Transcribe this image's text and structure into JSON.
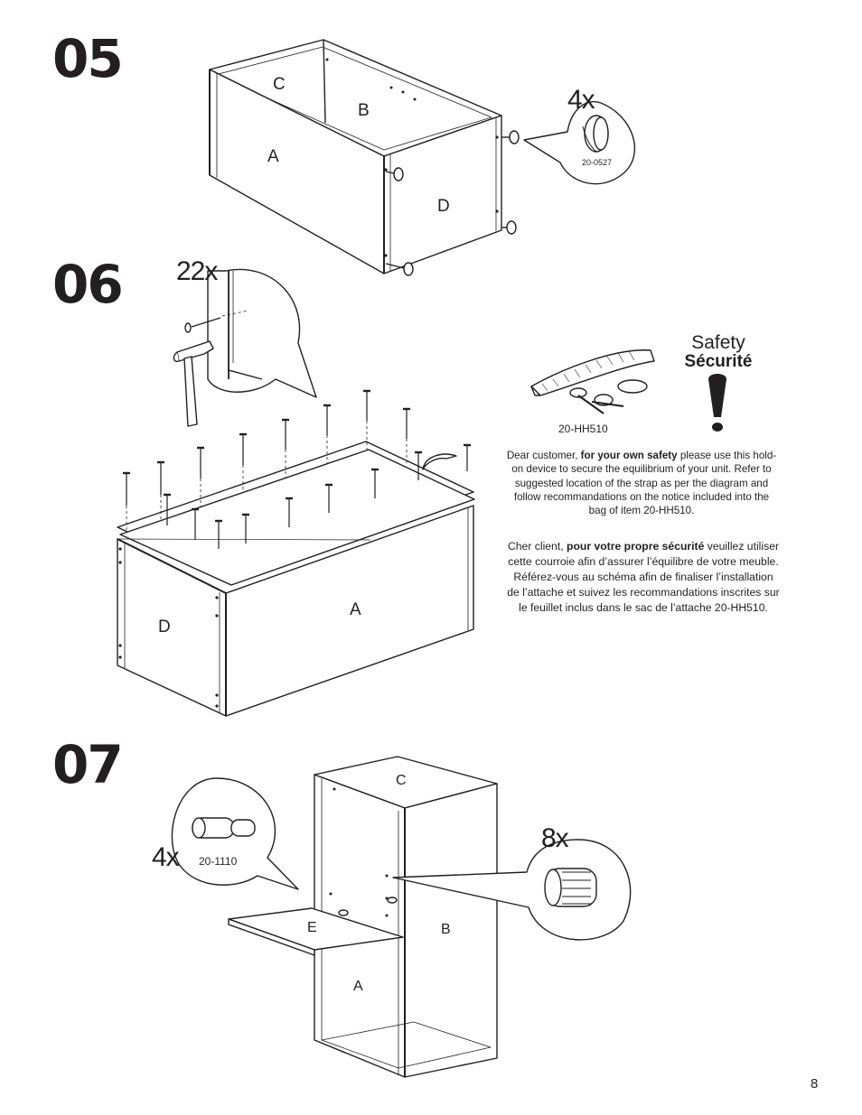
{
  "page": {
    "number": "8"
  },
  "steps": [
    {
      "number": "05",
      "parts": [
        "C",
        "B",
        "A",
        "D"
      ],
      "hardware": {
        "quantity": "4x",
        "code": "20-0527",
        "icon": "foot-glide-icon"
      }
    },
    {
      "number": "06",
      "parts": [
        "D",
        "A"
      ],
      "hardware": {
        "quantity": "22x",
        "icon": "nail-icon",
        "tool": "hammer-icon"
      }
    },
    {
      "number": "07",
      "parts": [
        "C",
        "E",
        "B",
        "A"
      ],
      "hardware": [
        {
          "quantity": "4x",
          "code": "20-1110",
          "icon": "shelf-pin-icon"
        },
        {
          "quantity": "8x",
          "icon": "dowel-insert-icon"
        }
      ]
    }
  ],
  "safety": {
    "title": "Safety",
    "title_fr": "Sécurité",
    "strap_code": "20-HH510",
    "icon": "exclamation-icon",
    "notice_en": {
      "greeting": "Dear customer, ",
      "emphasis": "for your own safety",
      "body": " please use this hold-on device to secure the equilibrium of your unit. Refer to suggested location of the strap as per the diagram and follow recommandations on the notice included into the bag of item 20-HH510."
    },
    "notice_fr": {
      "greeting": "Cher client, ",
      "emphasis": "pour votre propre sécurité",
      "body": " veuillez utiliser cette courroie afin d’assurer l’équilibre de votre meuble. Référez-vous au schéma afin de finaliser l’installation de l’attache et suivez les recommandations inscrites sur le feuillet inclus dans le sac de l’attache 20-HH510."
    }
  }
}
